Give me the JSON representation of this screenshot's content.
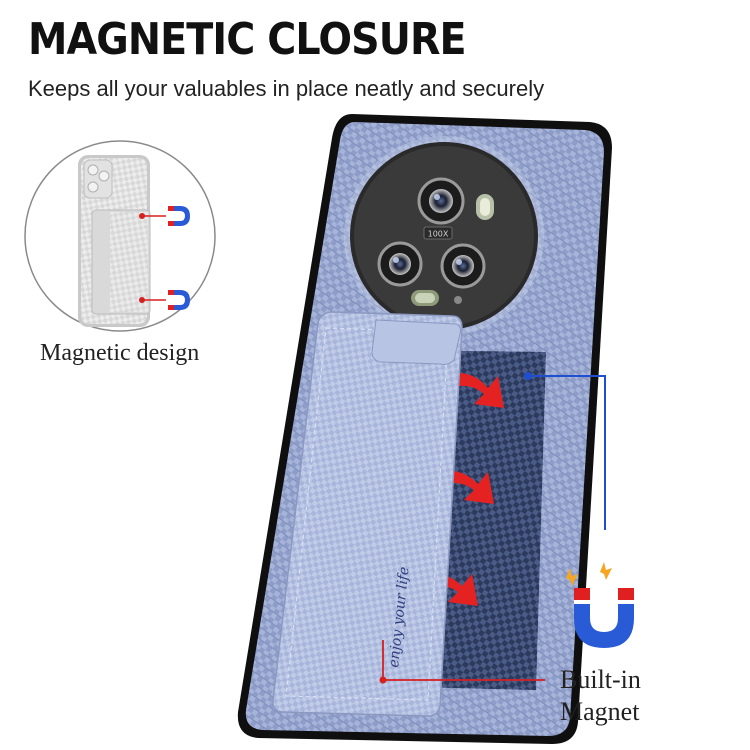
{
  "header": {
    "title": "MAGNETIC CLOSURE",
    "subtitle": "Keeps all your valuables in place neatly and securely"
  },
  "inset": {
    "label": "Magnetic design"
  },
  "callout": {
    "line1": "Built-in",
    "line2": "Magnet"
  },
  "camera": {
    "zoom_label": "100X"
  },
  "card_slot": {
    "slogan": "enjoy your life"
  },
  "colors": {
    "case_blue": "#8c9cc6",
    "bumper": "#111111",
    "arrow_red": "#e52222",
    "callout_line_blue": "#1f4fd0",
    "callout_line_red": "#d62020"
  }
}
